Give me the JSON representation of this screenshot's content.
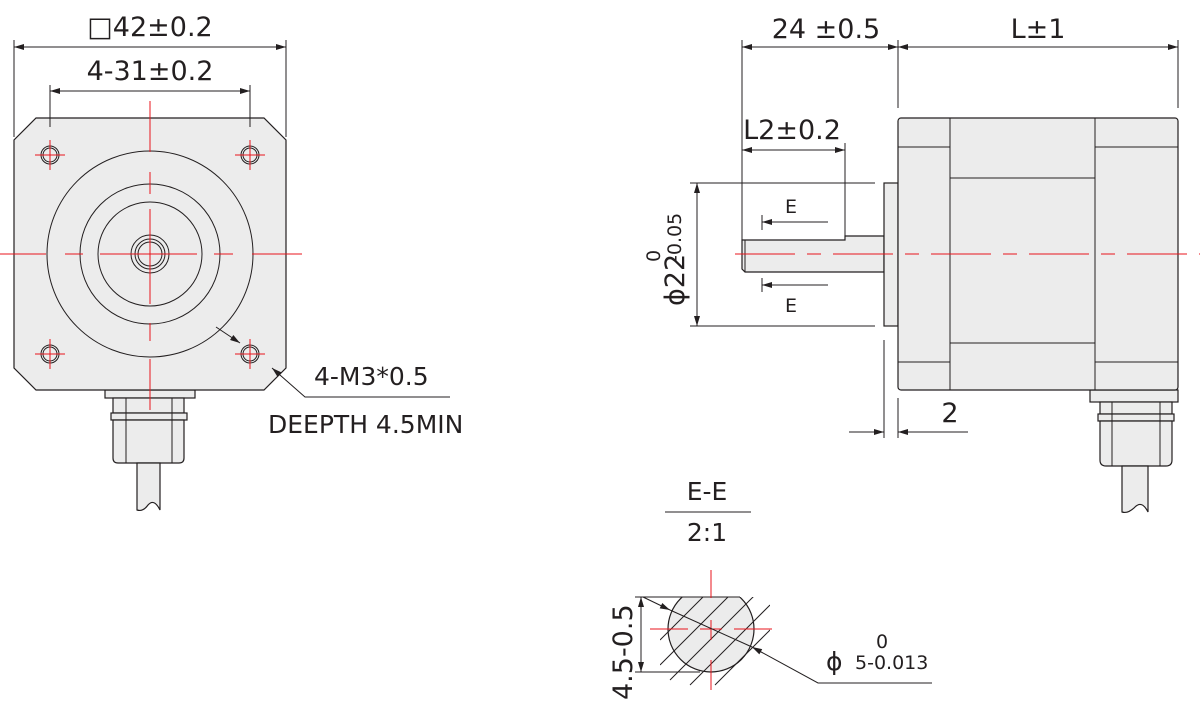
{
  "front_view": {
    "dim_square": "□42±0.2",
    "dim_hole_spacing": "4-31±0.2",
    "callout_thread": "4-M3*0.5",
    "callout_depth": "DEEPTH 4.5MIN"
  },
  "side_view": {
    "dim_shaft_length": "24 ±0.5",
    "dim_body_length": "L±1",
    "dim_flat_length": "L2±0.2",
    "dim_boss_diameter": "ϕ22",
    "dim_boss_tol_upper": "0",
    "dim_boss_tol_lower": "-0.05",
    "section_mark_top": "E",
    "section_mark_bottom": "E",
    "dim_boss_height": "2"
  },
  "section_view": {
    "title": "E-E",
    "scale": "2:1",
    "dim_flat": "4.5-0.5",
    "dim_dia_symbol": "ϕ",
    "dim_dia_upper": "0",
    "dim_dia_value": "5-0.013"
  },
  "colors": {
    "line": "#231f20",
    "centerline": "#e8141c",
    "fill": "#ececec"
  }
}
